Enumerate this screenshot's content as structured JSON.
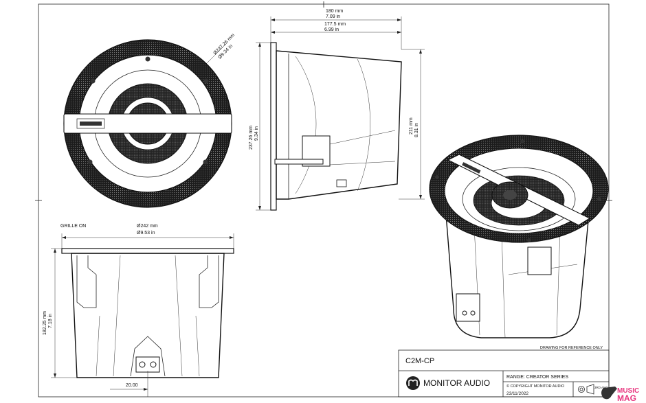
{
  "dims": {
    "depth_mm": "180 mm",
    "depth_in": "7.09 in",
    "depth2_mm": "177.5 mm",
    "depth2_in": "6.99 in",
    "flange_mm": "237.26 mm",
    "flange_in": "9.34 in",
    "diam_top_mm": "Ø237.26 mm",
    "diam_top_in": "Ø9.34 in",
    "height_mm": "211 mm",
    "height_in": "8.31 in",
    "grille_on": "GRILLE ON",
    "grille_mm": "Ø242 mm",
    "grille_in": "Ø9.53 in",
    "front_height_mm": "182.25 mm",
    "front_height_in": "7.18 in",
    "offset": "20.00"
  },
  "title_block": {
    "note": "DRAWING FOR REFERENCE ONLY",
    "model": "C2M-CP",
    "brand": "MONITOR AUDIO",
    "range": "RANGE: CREATOR SERIES",
    "copyright": "© COPYRIGHT MONITOR AUDIO",
    "date": "23/11/2022",
    "projection": "3RD ANG"
  },
  "watermark": {
    "line1": "MUSIC",
    "line2": "MAG"
  },
  "colors": {
    "line": "#222222",
    "grille": "#1a1a1a",
    "watermark": "#e8367f"
  }
}
